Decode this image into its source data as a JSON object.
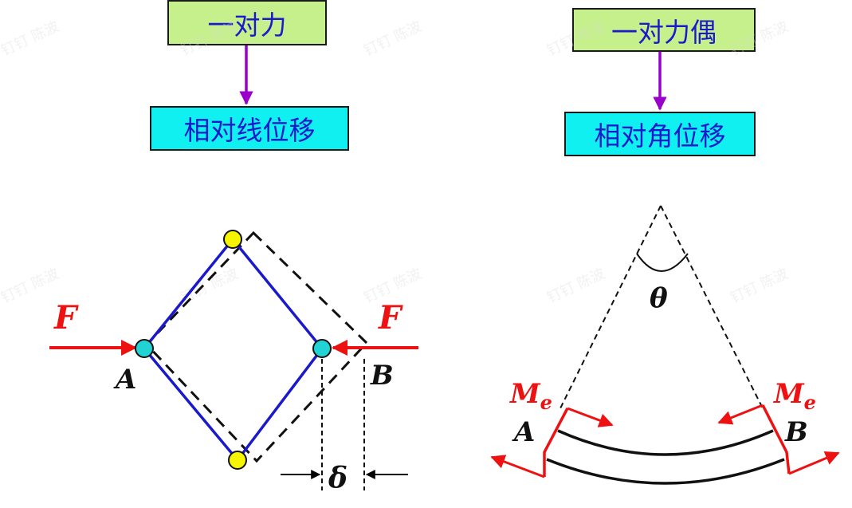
{
  "left": {
    "cause_label": "一对力",
    "effect_label": "相对线位移",
    "force_label": "F",
    "point_a_label": "A",
    "point_b_label": "B",
    "displacement_label": "δ"
  },
  "right": {
    "cause_label": "一对力偶",
    "effect_label": "相对角位移",
    "angle_label": "θ",
    "moment_main": "M",
    "moment_sub": "e",
    "point_a_label": "A",
    "point_b_label": "B"
  },
  "watermark_text": "钉钉 陈波",
  "colors": {
    "box_green": "#c6f08c",
    "box_cyan": "#10f0f0",
    "box_text": "#1a1acc",
    "arrow_purple": "#9900cc",
    "frame_blue": "#1a1acc",
    "force_red": "#ee1111",
    "joint_cyan": "#22d3d3",
    "joint_yellow": "#f5f500"
  }
}
